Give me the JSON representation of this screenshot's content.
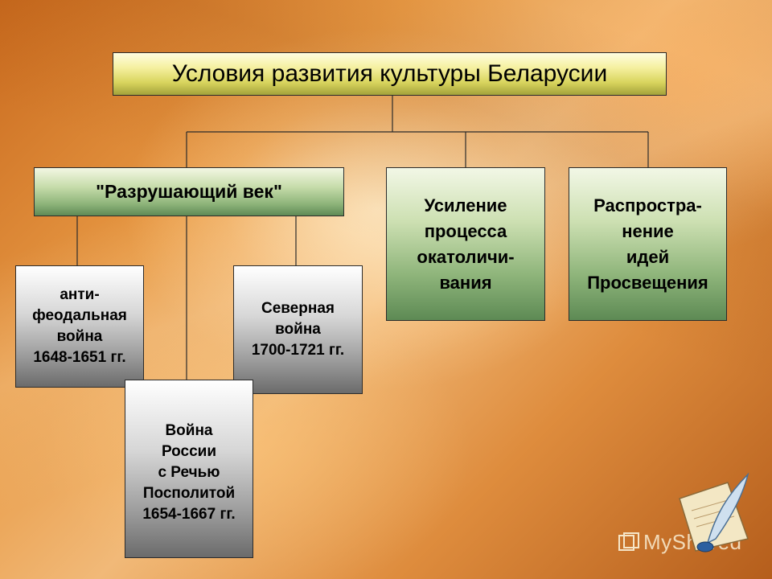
{
  "diagram": {
    "title": "Условия развития культуры Беларусии",
    "level1": {
      "destroying_age": "\"Разрушающий век\"",
      "catholicization": "Усиление\nпроцесса\nокатоличи-\nвания",
      "enlightenment": "Распростра-\nнение\nидей\nПросвещения"
    },
    "level2": {
      "anti_feudal_war": "анти-\nфеодальная\nвойна\n1648-1651 гг.",
      "russia_commonwealth_war": "Война\nРоссии\nс Речью\nПосполитой\n1654-1667 гг.",
      "northern_war": "Северная\nвойна\n1700-1721 гг."
    }
  },
  "watermark": "MyShared",
  "colors": {
    "title_fill": "#f5f0a0",
    "green_fill": "#8fb57b",
    "gray_fill": "#9b9b9b",
    "background": "#e89a45"
  },
  "icons": [
    "myshared-logo-icon",
    "quill-pen-icon"
  ]
}
